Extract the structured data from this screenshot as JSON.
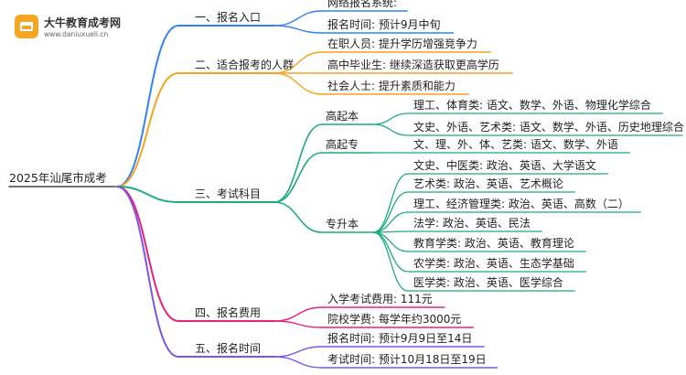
{
  "logo": {
    "name": "大牛教育成考网",
    "url": "www.daniuxueli.cn"
  },
  "root": "2025年汕尾市成考",
  "colors": {
    "blue": "#2f83f5",
    "orange": "#f4a21f",
    "green": "#1aab7f",
    "pink": "#e8207f",
    "purple": "#7a55e6"
  },
  "branches": [
    {
      "label": "一、报名入口",
      "color": "blue",
      "items": [
        "网络报名系统:",
        "报名时间: 预计9月中旬"
      ]
    },
    {
      "label": "二、适合报考的人群",
      "color": "orange",
      "items": [
        "在职人员: 提升学历增强竞争力",
        "高中毕业生: 继续深造获取更高学历",
        "社会人士: 提升素质和能力"
      ]
    },
    {
      "label": "三、考试科目",
      "color": "green",
      "subs": [
        {
          "label": "高起本",
          "items": [
            "理工、体育类: 语文、数学、外语、物理化学综合",
            "文史、外语、艺术类: 语文、数学、外语、历史地理综合"
          ]
        },
        {
          "label": "高起专",
          "items": [
            "文、理、外、体、艺类: 语文、数学、外语"
          ]
        },
        {
          "label": "专升本",
          "items": [
            "文史、中医类: 政治、英语、大学语文",
            "艺术类: 政治、英语、艺术概论",
            "理工、经济管理类: 政治、英语、高数（二）",
            "法学: 政治、英语、民法",
            "教育学类: 政治、英语、教育理论",
            "农学类: 政治、英语、生态学基础",
            "医学类: 政治、英语、医学综合"
          ]
        }
      ]
    },
    {
      "label": "四、报名费用",
      "color": "pink",
      "items": [
        "入学考试费用: 111元",
        "院校学费: 每学年约3000元"
      ]
    },
    {
      "label": "五、报名时间",
      "color": "purple",
      "items": [
        "报名时间: 预计9月9日至14日",
        "考试时间: 预计10月18日至19日"
      ]
    }
  ]
}
